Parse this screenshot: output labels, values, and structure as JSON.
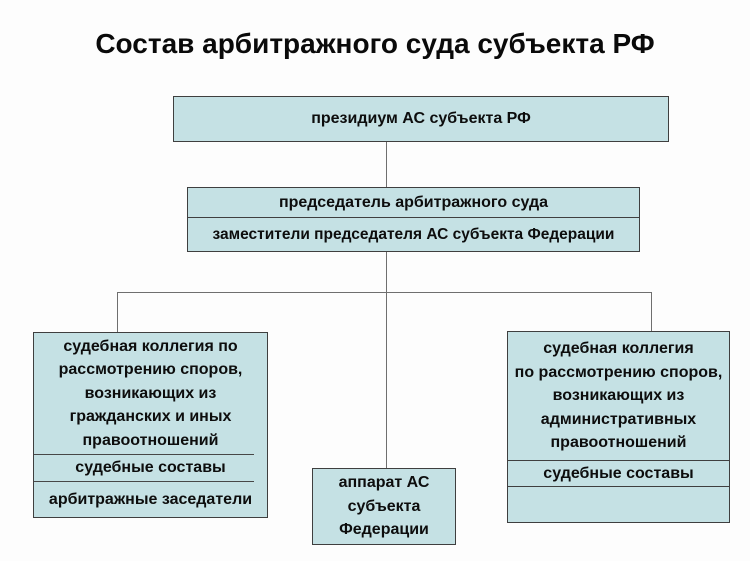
{
  "title": "Состав арбитражного суда субъекта РФ",
  "colors": {
    "box_fill": "#c5e1e4",
    "box_border": "#3f3f3f",
    "connector": "#6f6f6f",
    "background": "#fdfdfd",
    "text": "#0d0d0d"
  },
  "presidium": {
    "label": "президиум АС субъекта РФ"
  },
  "chairman": {
    "row1": "председатель арбитражного суда",
    "row2": "заместители председателя АС субъекта Федерации"
  },
  "civil_collegium": {
    "lines": [
      "судебная коллегия по",
      "рассмотрению споров,",
      "возникающих из",
      "гражданских и иных",
      "правоотношений"
    ],
    "section1": "судебные составы",
    "section2": "арбитражные заседатели"
  },
  "apparatus": {
    "lines": [
      "аппарат АС",
      "субъекта",
      "Федерации"
    ]
  },
  "admin_collegium": {
    "lines": [
      "судебная коллегия",
      "по рассмотрению споров,",
      "возникающих из",
      "административных",
      "правоотношений"
    ],
    "section1": "судебные составы",
    "section2": ""
  }
}
